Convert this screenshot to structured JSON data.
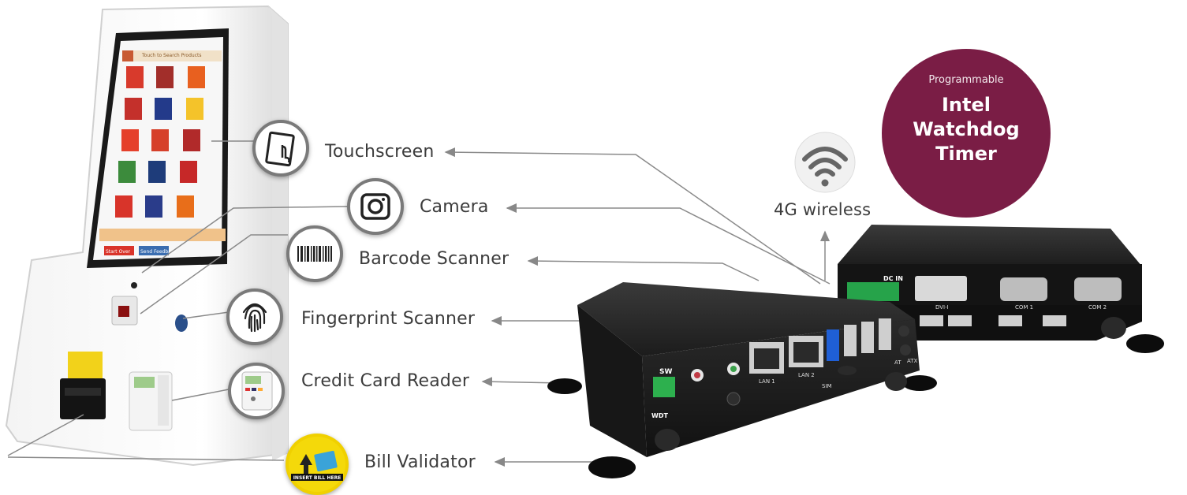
{
  "labels": {
    "touchscreen": "Touchscreen",
    "camera": "Camera",
    "barcode_scanner": "Barcode Scanner",
    "fingerprint_scanner": "Fingerprint Scanner",
    "credit_card_reader": "Credit Card Reader",
    "bill_validator": "Bill Validator",
    "wireless": "4G wireless"
  },
  "badge": {
    "line1": "Programmable",
    "line2": "Intel",
    "line3": "Watchdog",
    "line4": "Timer"
  },
  "screen": {
    "search_placeholder": "Touch to Search Products",
    "start_over": "Start Over",
    "feedback": "Send Feedback"
  },
  "bill_validator_sticker": "INSERT BILL HERE",
  "device_ports": {
    "sw": "SW",
    "wdt": "WDT",
    "lan1": "LAN 1",
    "lan2": "LAN 2",
    "sim": "SIM",
    "at": "AT",
    "atx": "ATX",
    "dc_in": "DC IN",
    "dvi": "DVI-I",
    "com1": "COM 1",
    "com2": "COM 2"
  },
  "colors": {
    "badge": "#7a1d45",
    "label_text": "#3c3c3c",
    "connector": "#888888",
    "device_body": "#1e1e1e"
  }
}
